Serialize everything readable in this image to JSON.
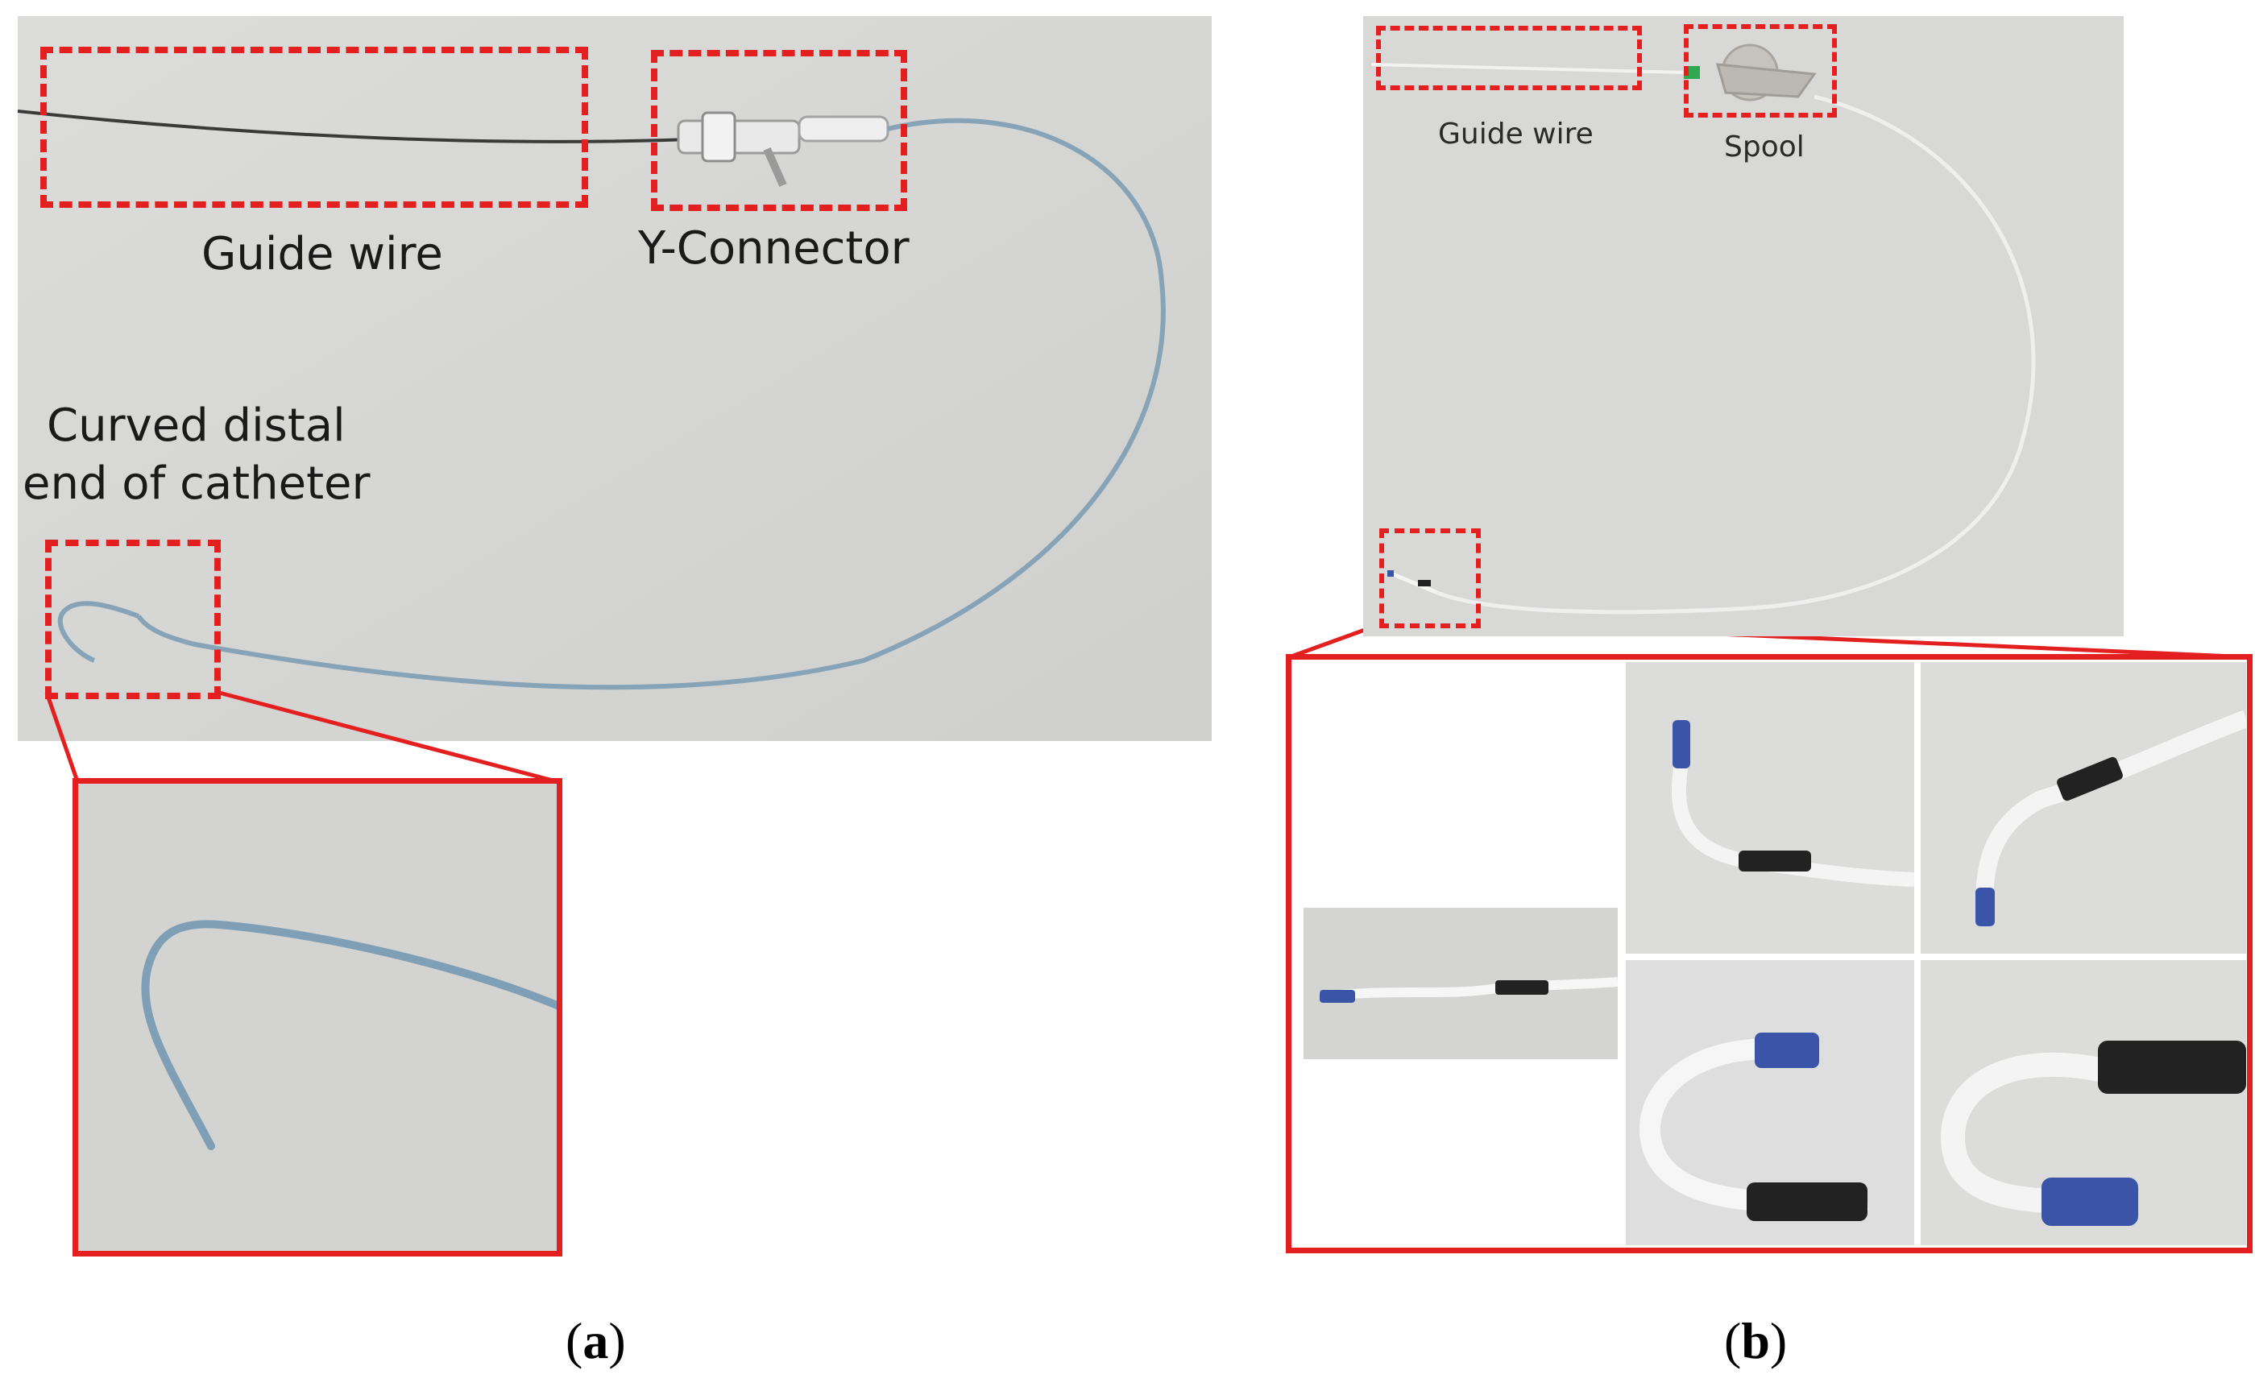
{
  "panel_a": {
    "labels": {
      "guide_wire": "Guide wire",
      "y_connector": "Y-Connector",
      "curved_line1": "Curved distal",
      "curved_line2": "end of catheter"
    },
    "caption_letter": "a"
  },
  "panel_b": {
    "labels": {
      "guide_wire": "Guide wire",
      "spool": "Spool"
    },
    "caption_letter": "b"
  },
  "colors": {
    "annotation_red": "#e41f1f",
    "catheter_blue": "#7f9fb6",
    "tip_blue": "#3a55a8",
    "marker_black": "#222222",
    "photo_gray": "#d6d6d4"
  }
}
